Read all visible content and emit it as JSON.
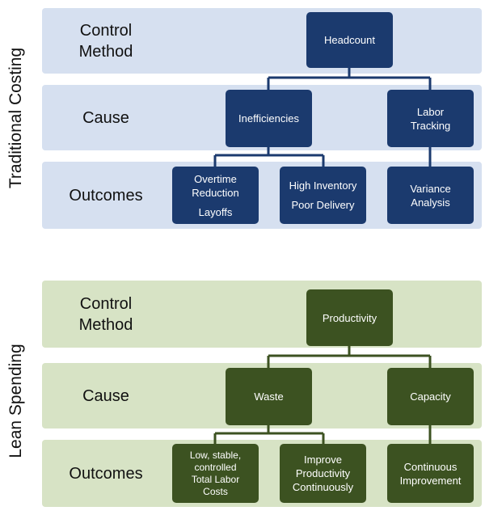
{
  "traditional": {
    "side_title": "Traditional Costing",
    "rows": {
      "control": "Control\nMethod",
      "cause": "Cause",
      "outcomes": "Outcomes"
    },
    "boxes": {
      "headcount": "Headcount",
      "inefficiencies": "Inefficiencies",
      "labor_tracking": "Labor\nTracking",
      "overtime_reduction": "Overtime\nReduction",
      "layoffs": "Layoffs",
      "high_inventory": "High Inventory",
      "poor_delivery": "Poor Delivery",
      "variance_analysis": "Variance\nAnalysis"
    },
    "colors": {
      "band": "#d6e0f0",
      "box": "#1b3a6e",
      "line": "#1b3a6e"
    }
  },
  "lean": {
    "side_title": "Lean Spending",
    "rows": {
      "control": "Control\nMethod",
      "cause": "Cause",
      "outcomes": "Outcomes"
    },
    "boxes": {
      "productivity": "Productivity",
      "waste": "Waste",
      "capacity": "Capacity",
      "labor_costs": "Low, stable,\ncontrolled\nTotal Labor\nCosts",
      "improve_productivity": "Improve\nProductivity\nContinuously",
      "continuous_improvement": "Continuous\nImprovement"
    },
    "colors": {
      "band": "#d7e3c5",
      "box": "#3c5221",
      "line": "#3c5221"
    }
  }
}
